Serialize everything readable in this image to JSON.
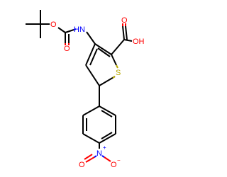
{
  "molecule": {
    "atoms": {
      "nh": "HN",
      "o_carbamate_ester": "O",
      "o_carbamate_carbonyl": "O",
      "o_acid_carbonyl": "O",
      "oh": "OH",
      "s": "S",
      "n_nitro": "N",
      "n_charge": "+",
      "o_nitro_double": "O",
      "o_nitro_single": "O",
      "o_charge": "−"
    },
    "colors": {
      "carbon_bonds": "#000000",
      "oxygen": "#ff0000",
      "nitrogen": "#0000ff",
      "sulfur": "#b8a800"
    }
  }
}
